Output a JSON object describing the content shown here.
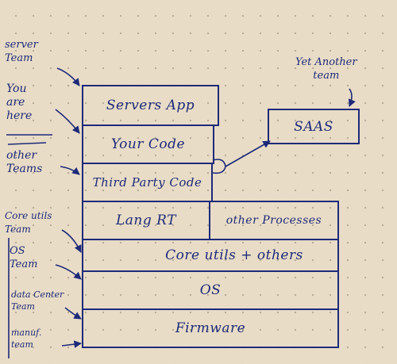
{
  "stack": {
    "servers_app": "Servers App",
    "your_code": "Your Code",
    "third_party": "Third Party Code",
    "lang_rt": "Lang RT",
    "other_processes": "other Processes",
    "core_utils": "Core utils + others",
    "os": "OS",
    "firmware": "Firmware"
  },
  "saas": {
    "label": "SAAS"
  },
  "annotations": {
    "server_team": [
      "server",
      "Team"
    ],
    "you_are_here": [
      "You",
      "are",
      "here"
    ],
    "other_teams": [
      "other",
      "Teams"
    ],
    "core_utils_team": [
      "Core utils",
      "Team"
    ],
    "os_team": [
      "OS",
      "Team"
    ],
    "data_center_team": [
      "data Center",
      "Team"
    ],
    "manuf_team": [
      "manuf.",
      "team"
    ],
    "yet_another_team": [
      "Yet Another",
      "team"
    ]
  },
  "colors": {
    "ink": "#1d2a78",
    "paper": "#e8dcc7"
  }
}
